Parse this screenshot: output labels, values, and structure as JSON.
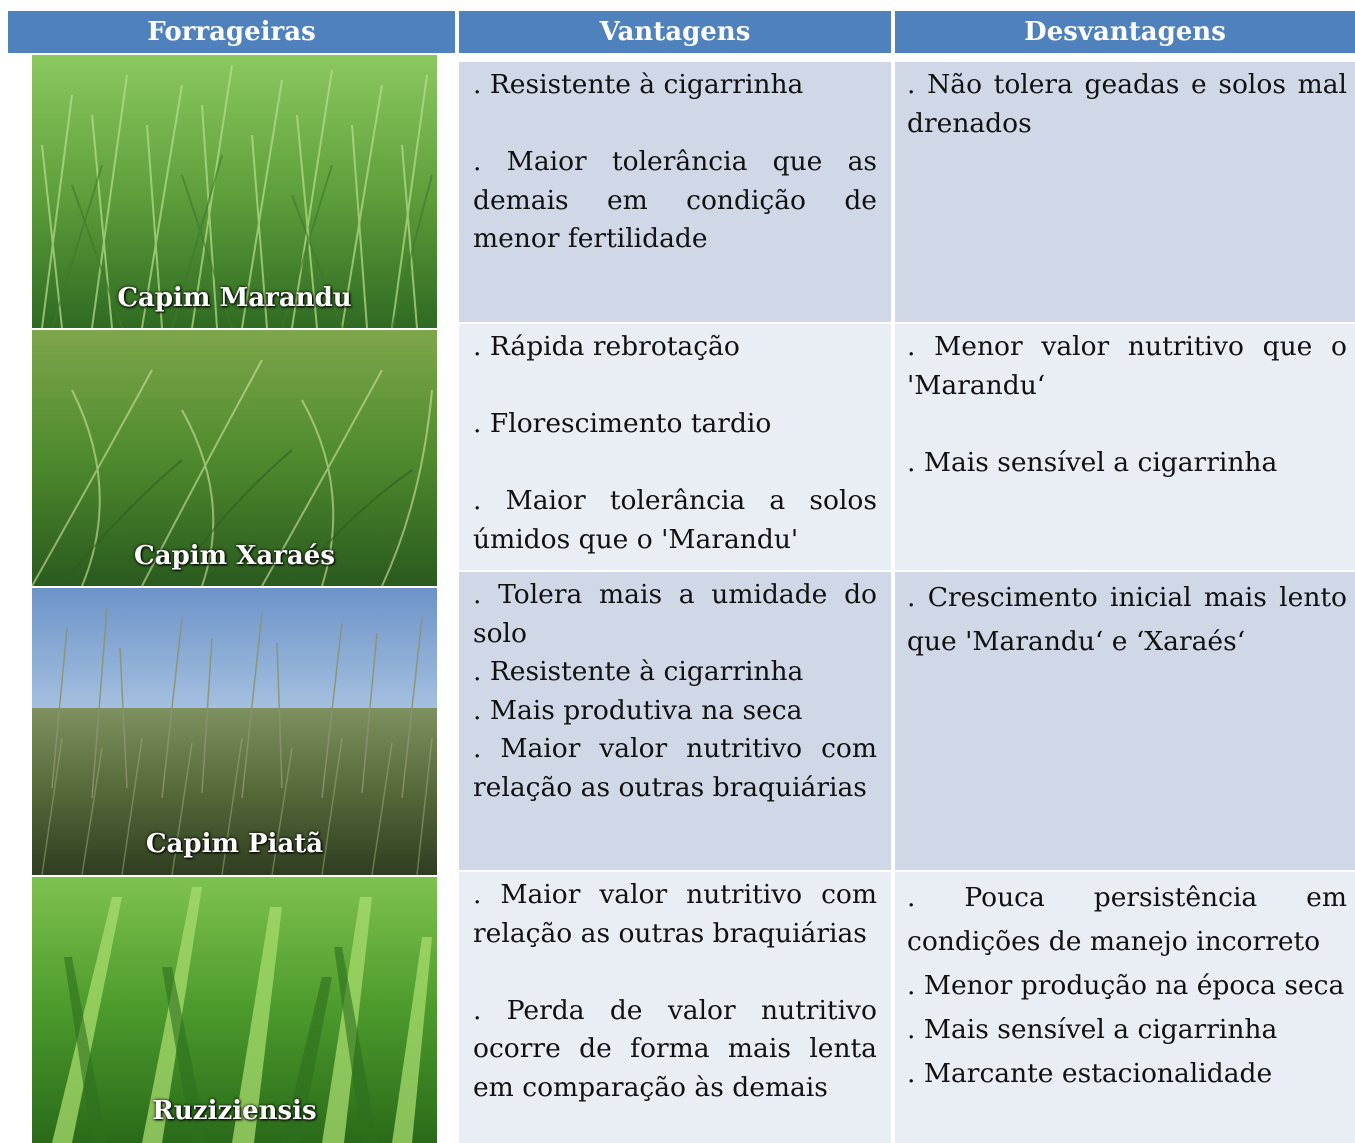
{
  "header": {
    "col1": "Forrageiras",
    "col2": "Vantagens",
    "col3": "Desvantagens"
  },
  "rows": [
    {
      "name": "Capim Marandu",
      "vantagens": [
        ". Resistente à cigarrinha",
        ". Maior tolerância que as demais em condição de menor fertilidade"
      ],
      "desvantagens": [
        ". Não tolera geadas e solos mal drenados"
      ]
    },
    {
      "name": "Capim Xaraés",
      "vantagens": [
        ". Rápida rebrotação",
        ". Florescimento tardio",
        ". Maior tolerância a solos úmidos que o 'Marandu'"
      ],
      "desvantagens": [
        ". Menor valor nutritivo que o 'Marandu‘",
        ". Mais sensível a cigarrinha"
      ]
    },
    {
      "name": "Capim Piatã",
      "vantagens": [
        ". Tolera mais a umidade do solo",
        ". Resistente à cigarrinha",
        ". Mais produtiva na seca",
        ". Maior valor nutritivo com relação as outras braquiárias"
      ],
      "desvantagens": [
        ". Crescimento inicial mais lento que 'Marandu‘ e ‘Xaraés‘"
      ]
    },
    {
      "name": "Ruziziensis",
      "vantagens": [
        ". Maior valor nutritivo com relação as outras braquiárias",
        ". Perda de valor nutritivo ocorre de forma mais lenta em comparação às demais"
      ],
      "desvantagens": [
        ". Pouca persistência em condições de manejo incorreto",
        ". Menor produção na época seca",
        ". Mais sensível a cigarrinha",
        ". Marcante estacionalidade"
      ]
    }
  ],
  "colors": {
    "header": "#4f81bd",
    "row_dark": "#d0d8e8",
    "row_light": "#e9edf4"
  }
}
